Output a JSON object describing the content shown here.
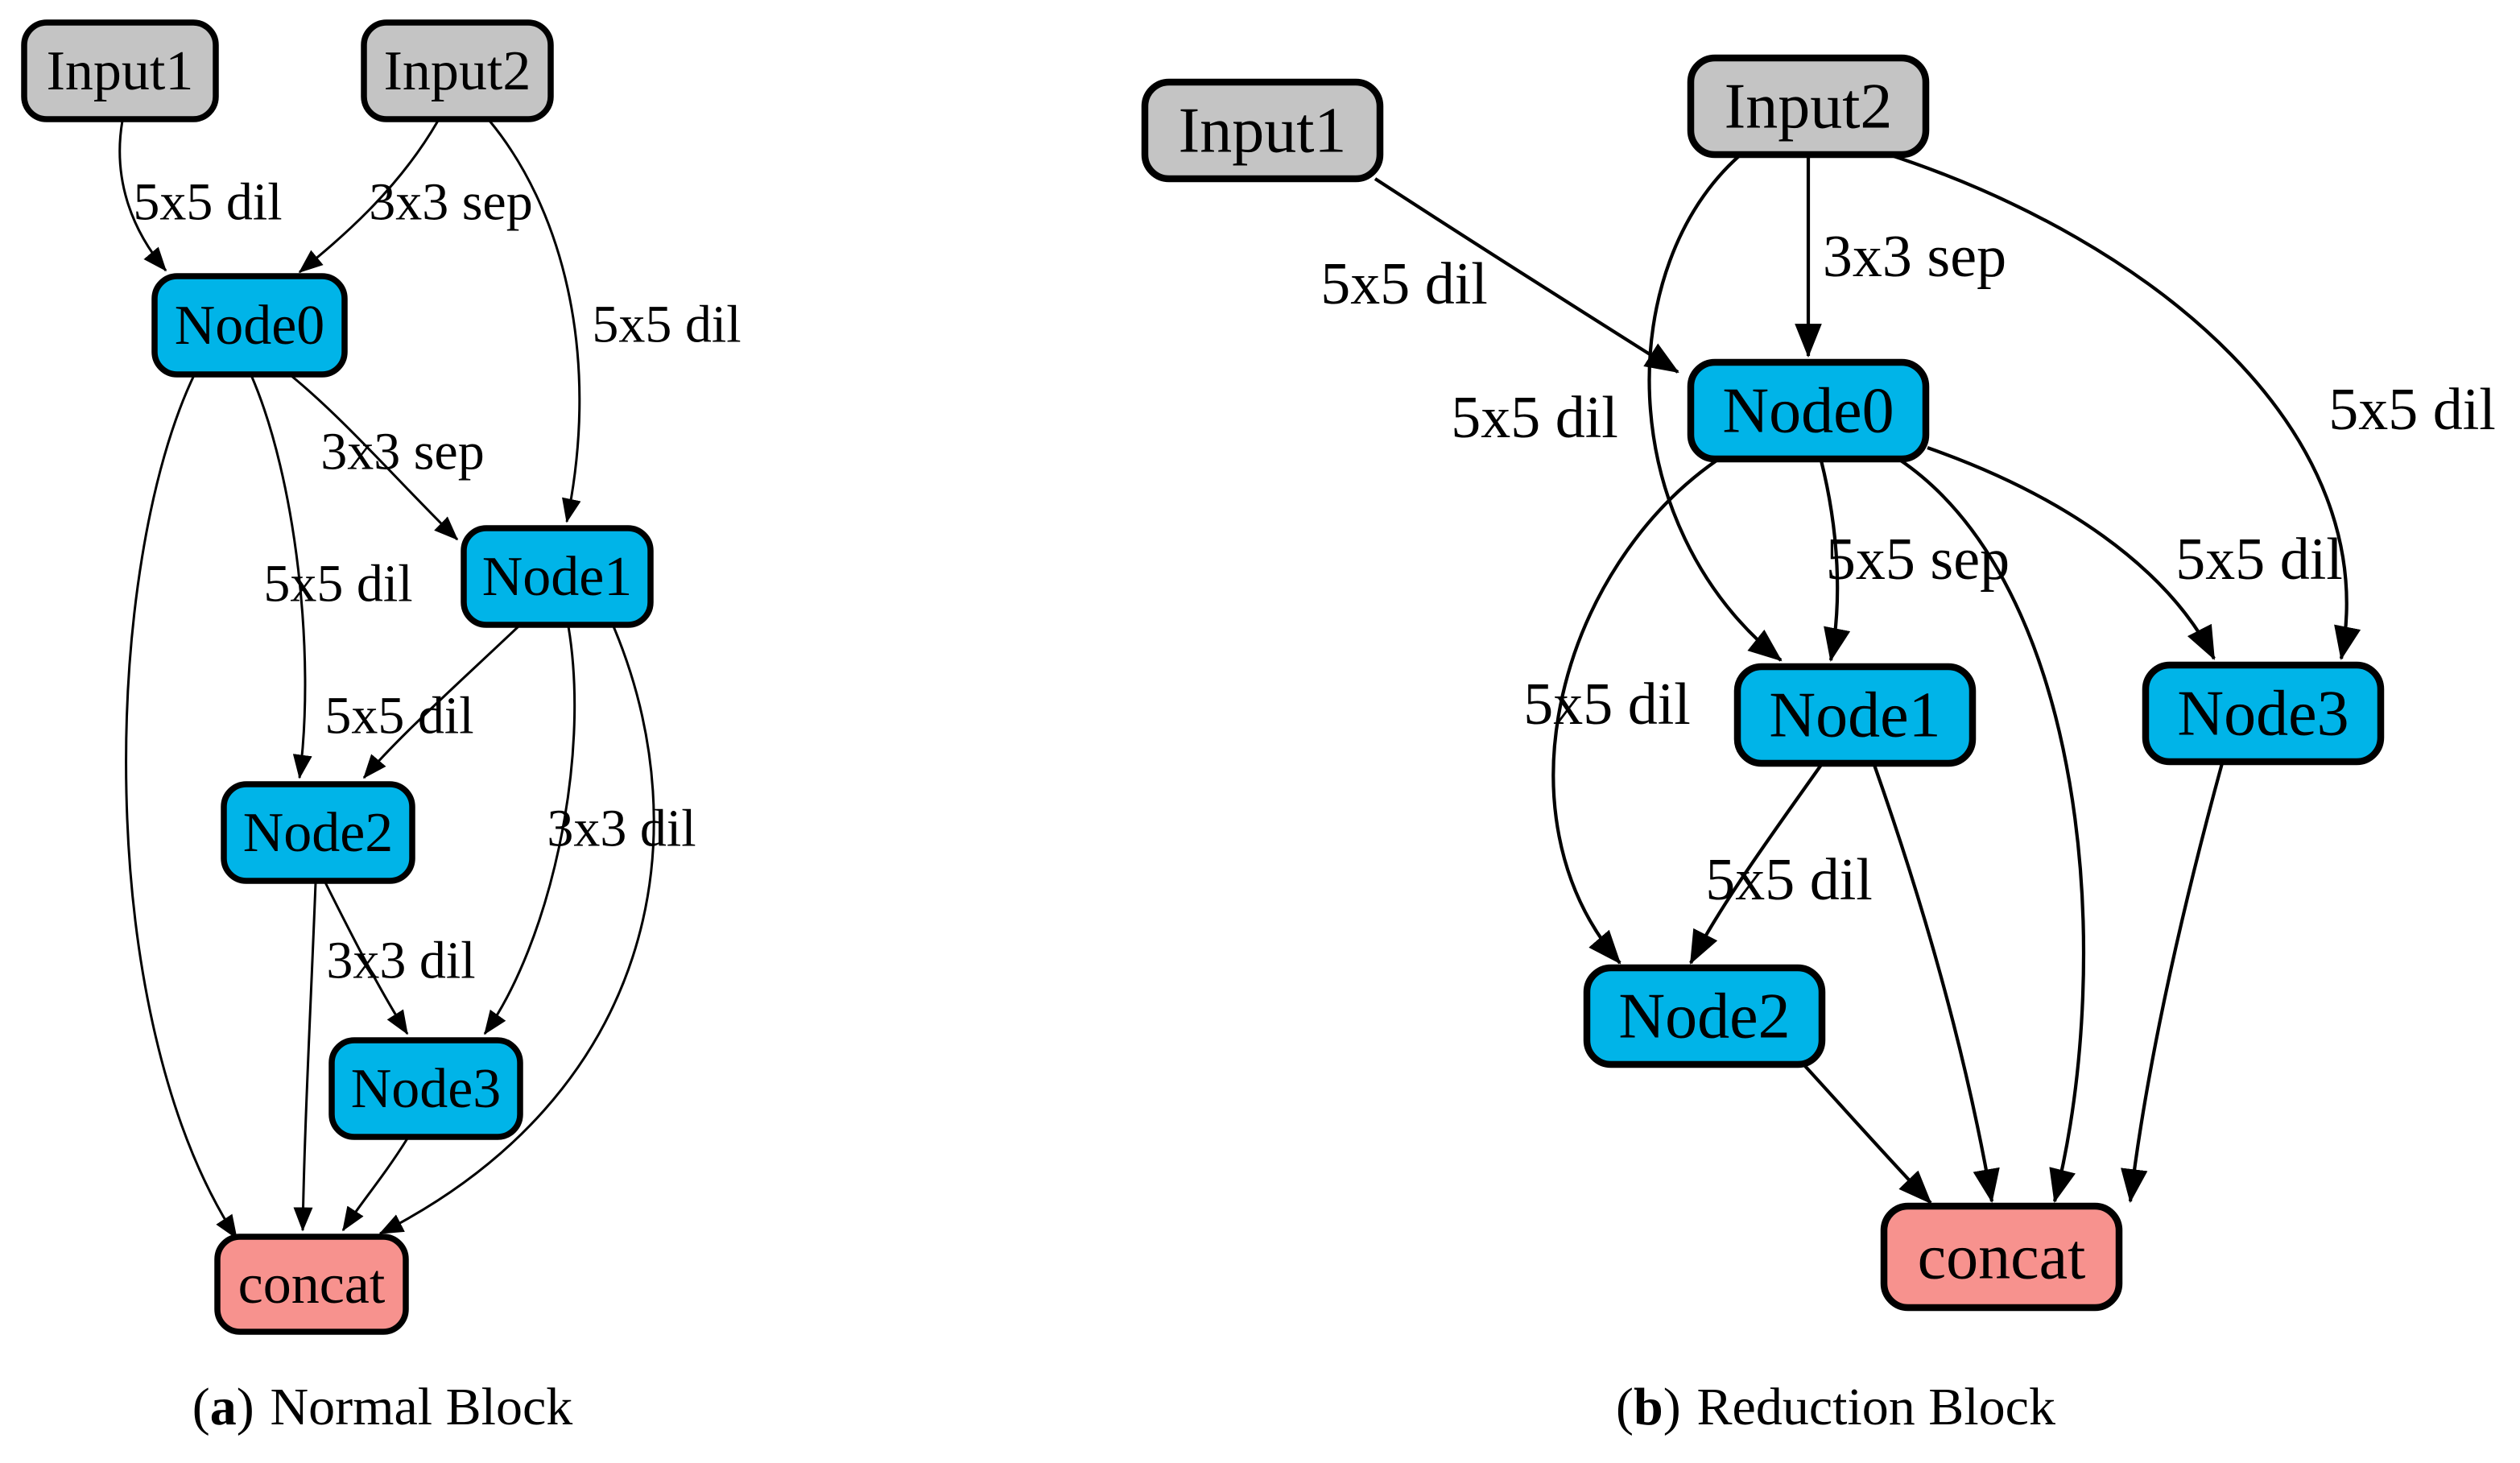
{
  "colors": {
    "input_fill": "#c4c4c4",
    "node_fill": "#00b4e8",
    "concat_fill": "#f7928e",
    "border": "#000000",
    "edge": "#000000",
    "background": "#ffffff"
  },
  "diagrams": [
    {
      "id": "normal-block",
      "caption": {
        "open": "(",
        "letter": "a",
        "close": ")",
        "title": "Normal Block"
      },
      "nodes": [
        {
          "id": "input1",
          "label": "Input1",
          "type": "input"
        },
        {
          "id": "input2",
          "label": "Input2",
          "type": "input"
        },
        {
          "id": "node0",
          "label": "Node0",
          "type": "node"
        },
        {
          "id": "node1",
          "label": "Node1",
          "type": "node"
        },
        {
          "id": "node2",
          "label": "Node2",
          "type": "node"
        },
        {
          "id": "node3",
          "label": "Node3",
          "type": "node"
        },
        {
          "id": "concat",
          "label": "concat",
          "type": "concat"
        }
      ],
      "edges": [
        {
          "from": "input1",
          "to": "node0",
          "label": "5x5 dil"
        },
        {
          "from": "input2",
          "to": "node0",
          "label": "3x3 sep"
        },
        {
          "from": "input2",
          "to": "node1",
          "label": "5x5 dil"
        },
        {
          "from": "node0",
          "to": "node1",
          "label": "3x3 sep"
        },
        {
          "from": "node0",
          "to": "node2",
          "label": "5x5 dil"
        },
        {
          "from": "node1",
          "to": "node2",
          "label": "5x5 dil"
        },
        {
          "from": "node1",
          "to": "node3",
          "label": "3x3 dil"
        },
        {
          "from": "node2",
          "to": "node3",
          "label": "3x3 dil"
        },
        {
          "from": "node0",
          "to": "concat",
          "label": ""
        },
        {
          "from": "node2",
          "to": "concat",
          "label": ""
        },
        {
          "from": "node3",
          "to": "concat",
          "label": ""
        },
        {
          "from": "node1",
          "to": "concat",
          "label": ""
        }
      ]
    },
    {
      "id": "reduction-block",
      "caption": {
        "open": "(",
        "letter": "b",
        "close": ")",
        "title": "Reduction Block"
      },
      "nodes": [
        {
          "id": "input1",
          "label": "Input1",
          "type": "input"
        },
        {
          "id": "input2",
          "label": "Input2",
          "type": "input"
        },
        {
          "id": "node0",
          "label": "Node0",
          "type": "node"
        },
        {
          "id": "node1",
          "label": "Node1",
          "type": "node"
        },
        {
          "id": "node3",
          "label": "Node3",
          "type": "node"
        },
        {
          "id": "node2",
          "label": "Node2",
          "type": "node"
        },
        {
          "id": "concat",
          "label": "concat",
          "type": "concat"
        }
      ],
      "edges": [
        {
          "from": "input1",
          "to": "node0",
          "label": "5x5 dil"
        },
        {
          "from": "input2",
          "to": "node0",
          "label": "3x3 sep"
        },
        {
          "from": "input2",
          "to": "node1",
          "label": "5x5 dil"
        },
        {
          "from": "input2",
          "to": "node3",
          "label": "5x5 dil"
        },
        {
          "from": "node0",
          "to": "node1",
          "label": "5x5 sep"
        },
        {
          "from": "node0",
          "to": "node3",
          "label": "5x5 dil"
        },
        {
          "from": "node0",
          "to": "node2",
          "label": "5x5 dil"
        },
        {
          "from": "node1",
          "to": "node2",
          "label": "5x5 dil"
        },
        {
          "from": "node0",
          "to": "concat",
          "label": ""
        },
        {
          "from": "node1",
          "to": "concat",
          "label": ""
        },
        {
          "from": "node3",
          "to": "concat",
          "label": ""
        },
        {
          "from": "node2",
          "to": "concat",
          "label": ""
        }
      ]
    }
  ]
}
